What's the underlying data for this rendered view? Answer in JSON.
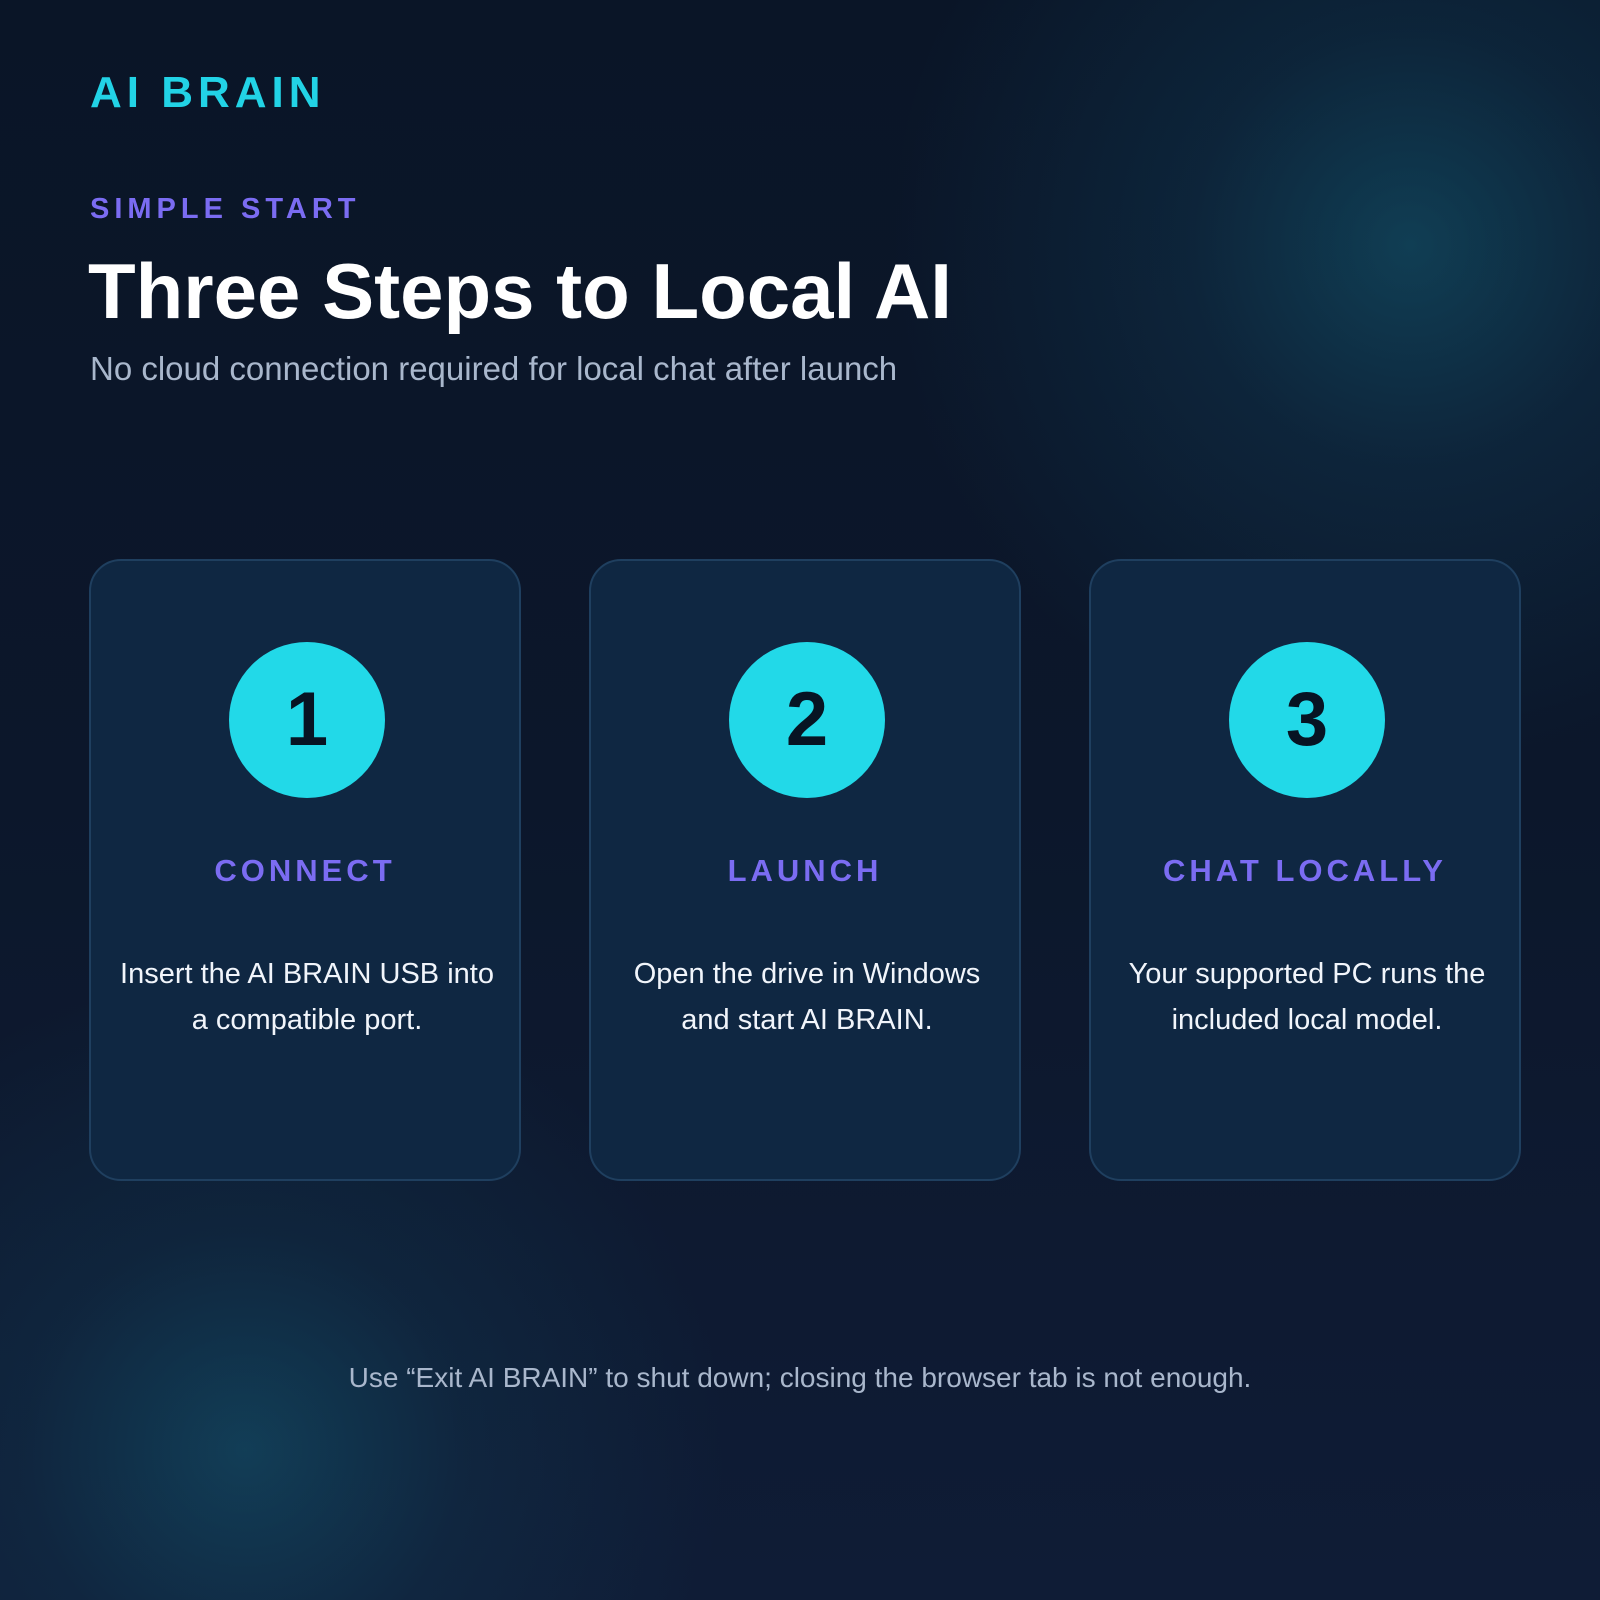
{
  "brand": "AI BRAIN",
  "eyebrow": "SIMPLE START",
  "title": "Three Steps to Local AI",
  "subtitle": "No cloud connection required for local chat after launch",
  "steps": [
    {
      "number": "1",
      "title": "CONNECT",
      "desc": "Insert the AI BRAIN USB into a compatible port."
    },
    {
      "number": "2",
      "title": "LAUNCH",
      "desc": "Open the drive in Windows and start AI BRAIN."
    },
    {
      "number": "3",
      "title": "CHAT LOCALLY",
      "desc": "Your supported PC runs the included local model."
    }
  ],
  "footer_note": "Use “Exit AI BRAIN” to shut down; closing the browser tab is not enough.",
  "colors": {
    "accent_cyan": "#22d3e6",
    "accent_purple": "#7b6cf2",
    "card_bg": "#0f2742",
    "background": "#0c172b"
  }
}
